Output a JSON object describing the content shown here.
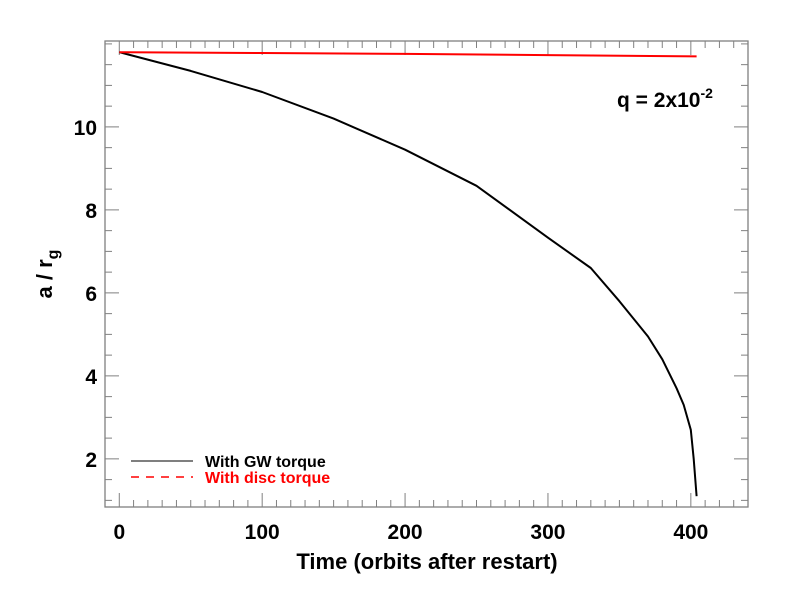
{
  "chart_data": {
    "type": "line",
    "title": "",
    "annotation": {
      "text": "q = 2x10",
      "superscript": "-2"
    },
    "xlabel": "Time (orbits after restart)",
    "ylabel": {
      "main": "a / r",
      "subscript": "g"
    },
    "xlim": [
      -10,
      440
    ],
    "ylim": [
      0.84,
      12.07
    ],
    "x_ticks": [
      0,
      100,
      200,
      300,
      400
    ],
    "x_tick_labels": [
      "0",
      "100",
      "200",
      "300",
      "400"
    ],
    "x_minor_step": 10,
    "y_ticks": [
      2,
      4,
      6,
      8,
      10
    ],
    "y_tick_labels": [
      "2",
      "4",
      "6",
      "8",
      "10"
    ],
    "y_minor_step": 0.5,
    "grid": false,
    "legend_position": "lower-left",
    "series": [
      {
        "name": "With GW torque",
        "color": "#000000",
        "legend_style": "solid",
        "x": [
          0,
          50,
          100,
          150,
          200,
          250,
          300,
          330,
          350,
          370,
          380,
          390,
          395,
          400,
          402,
          404
        ],
        "y": [
          11.8,
          11.35,
          10.84,
          10.2,
          9.45,
          8.58,
          7.33,
          6.6,
          5.8,
          4.95,
          4.4,
          3.7,
          3.3,
          2.7,
          2.0,
          1.1
        ]
      },
      {
        "name": "With disc torque",
        "color": "#ff0000",
        "legend_style": "dashed",
        "x": [
          0,
          100,
          200,
          300,
          404
        ],
        "y": [
          11.8,
          11.78,
          11.76,
          11.73,
          11.7
        ]
      }
    ]
  }
}
